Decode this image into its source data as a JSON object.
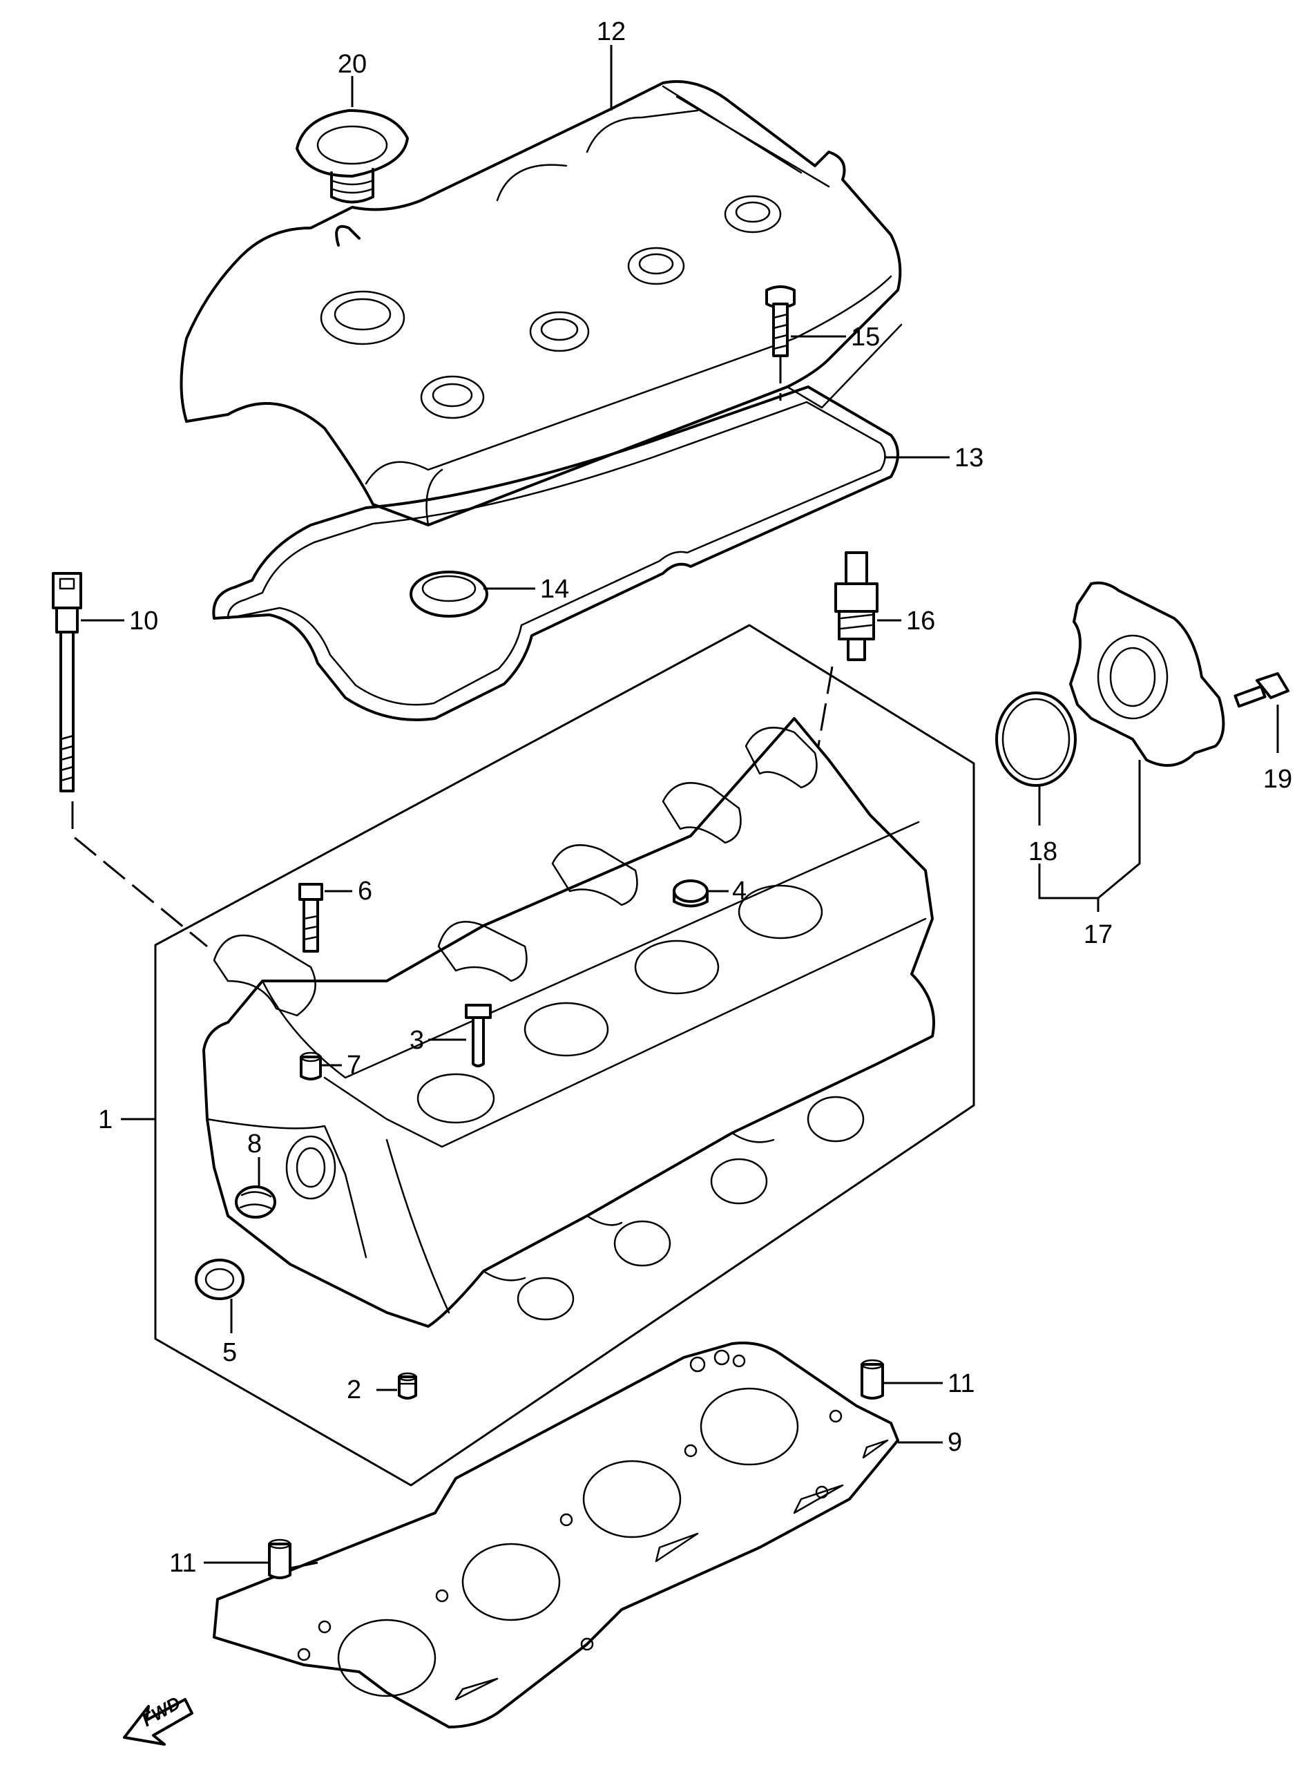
{
  "callouts": {
    "c1": "1",
    "c2": "2",
    "c3": "3",
    "c4": "4",
    "c5": "5",
    "c6": "6",
    "c7": "7",
    "c8": "8",
    "c9": "9",
    "c10": "10",
    "c11a": "11",
    "c11b": "11",
    "c12": "12",
    "c13": "13",
    "c14": "14",
    "c15": "15",
    "c16": "16",
    "c17": "17",
    "c18": "18",
    "c19": "19",
    "c20": "20"
  },
  "fwd_label": "FWD"
}
